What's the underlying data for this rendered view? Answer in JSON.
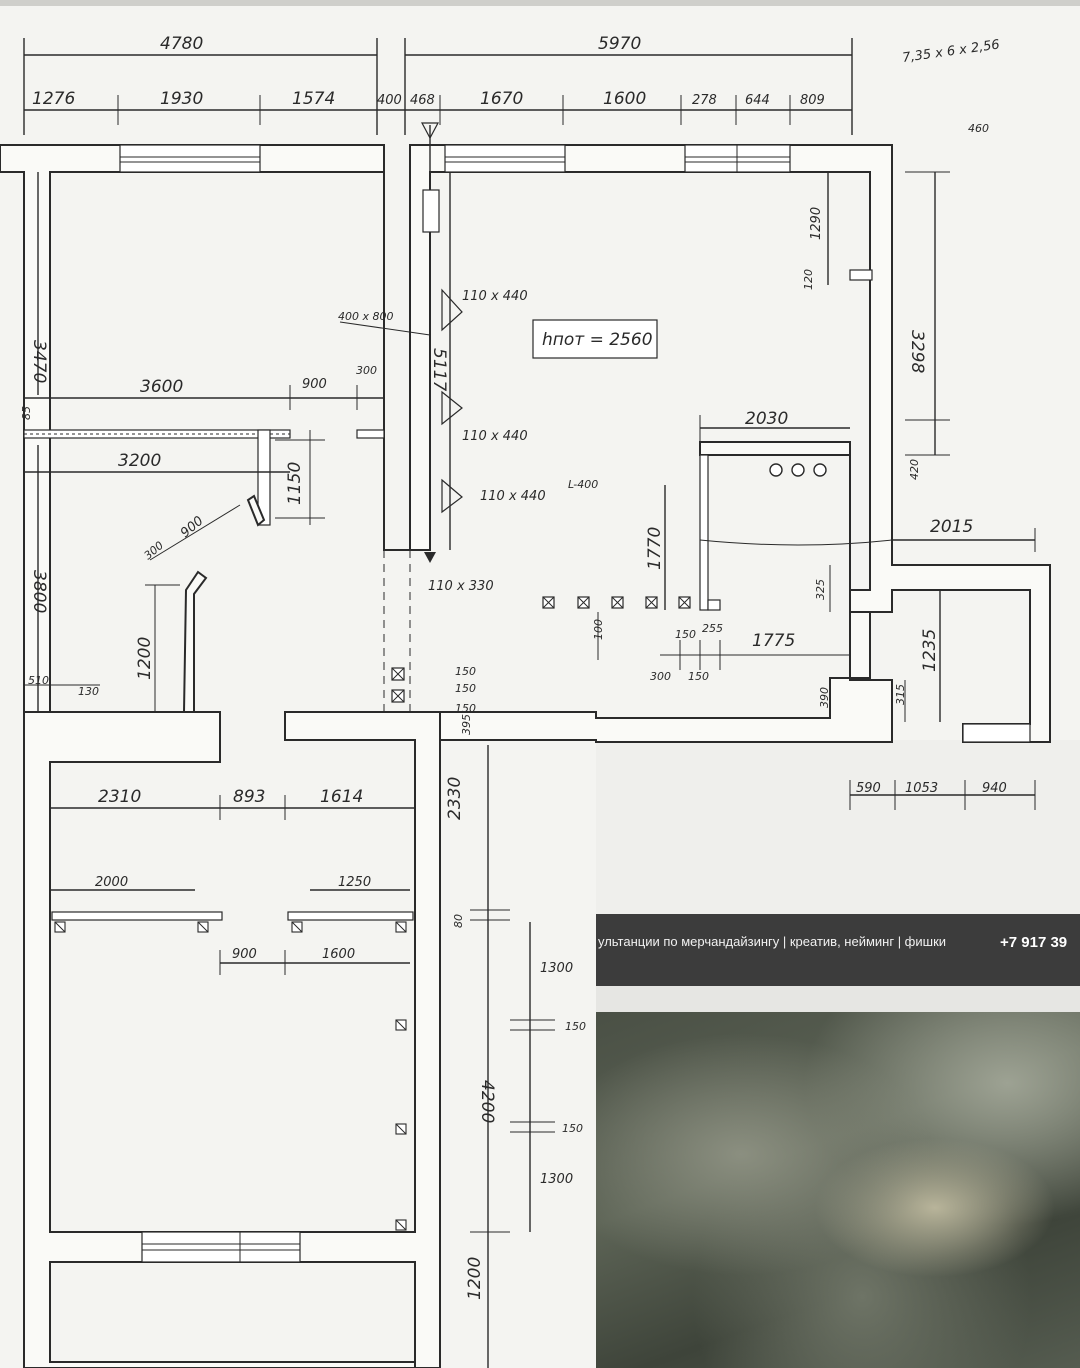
{
  "plan": {
    "note_top_right": "7,35 x 6 x 2,56",
    "note_small": "460",
    "ceiling_label": "hпот = 2560",
    "top_dims_total": [
      "4780",
      "5970"
    ],
    "top_dims_detail": [
      "1276",
      "1930",
      "1574",
      "400",
      "468",
      "1670",
      "1600",
      "278",
      "644",
      "809"
    ],
    "left_dims": [
      "3470",
      "85",
      "3800",
      "510",
      "130"
    ],
    "inner_dims": [
      "3600",
      "900",
      "300",
      "3200",
      "1150",
      "300",
      "900",
      "1200"
    ],
    "duct_labels": [
      "400 x 800",
      "110 x 440",
      "110 x 440",
      "110 x 440",
      "L-400",
      "110 x 330"
    ],
    "riser_dim": "5117",
    "right_dims": [
      "1290",
      "120",
      "3298",
      "420",
      "2030",
      "2015",
      "1770",
      "325",
      "100",
      "150",
      "255",
      "300",
      "150",
      "1775",
      "1235",
      "390",
      "315"
    ],
    "small_stack_dims": [
      "150",
      "150",
      "150",
      "395"
    ],
    "bottom_right_dims": [
      "590",
      "1053",
      "940"
    ],
    "lower_room_dims": [
      "2310",
      "893",
      "1614",
      "2000",
      "1250",
      "900",
      "1600"
    ],
    "lower_right_dims": [
      "2330",
      "80",
      "1300",
      "150",
      "4200",
      "150",
      "1300",
      "1200"
    ]
  },
  "ad": {
    "text": "ультанции по мерчандайзингу | креатив, нейминг | фишки",
    "phone": "+7 917 39"
  }
}
